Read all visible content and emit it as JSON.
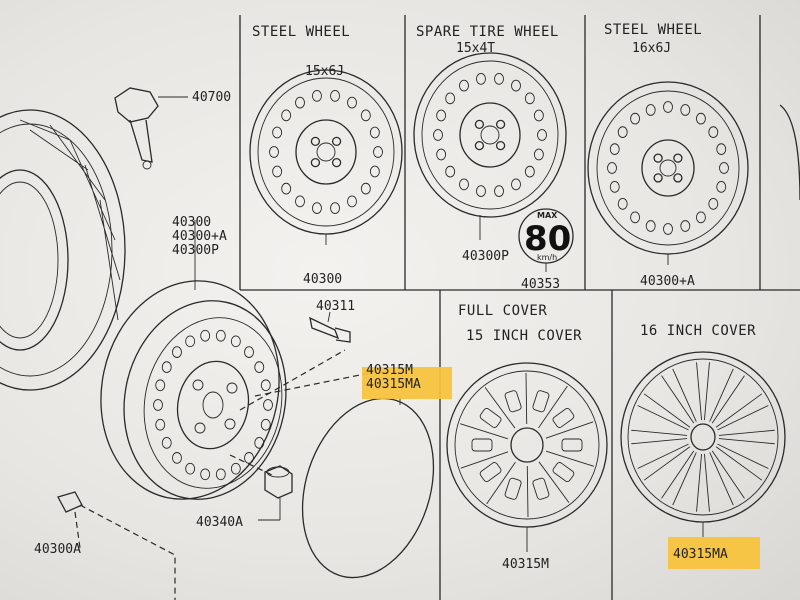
{
  "panels": {
    "steel_wheel_15": {
      "title": "STEEL WHEEL",
      "size": "15x6J",
      "part": "40300"
    },
    "spare_tire_wheel": {
      "title": "SPARE TIRE WHEEL",
      "size": "15x4T",
      "part": "40300P",
      "label_part": "40353",
      "speed_label": {
        "max": "MAX",
        "value": "80",
        "unit": "km/h"
      }
    },
    "steel_wheel_16": {
      "title": "STEEL WHEEL",
      "size": "16x6J",
      "part": "40300+A"
    },
    "full_cover": {
      "title": "FULL COVER",
      "subtitle": "15 INCH COVER",
      "part": "40315M"
    },
    "cover_16": {
      "title": "16 INCH COVER",
      "part": "40315MA"
    }
  },
  "exploded": {
    "valve": "40700",
    "wheel_parts": [
      "40300",
      "40300+A",
      "40300P"
    ],
    "bolt": "40311",
    "cover_parts": [
      "40315M",
      "40315MA"
    ],
    "nut": "40340A",
    "clip": "40300A"
  },
  "colors": {
    "highlight": "#f7c23a",
    "line": "#2a2a2a",
    "paper": "#efede9"
  }
}
